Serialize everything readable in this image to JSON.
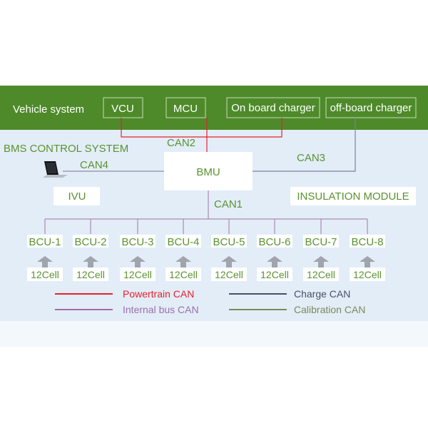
{
  "vehicle": {
    "label": "Vehicle system",
    "units": [
      "VCU",
      "MCU",
      "On board charger",
      "off-board charger"
    ]
  },
  "bms": {
    "title": "BMS CONTROL SYSTEM",
    "bmu": "BMU",
    "ivu": "IVU",
    "insulation": "INSULATION MODULE",
    "can1": "CAN1",
    "can2": "CAN2",
    "can3": "CAN3",
    "can4": "CAN4",
    "bcus": [
      "BCU-1",
      "BCU-2",
      "BCU-3",
      "BCU-4",
      "BCU-5",
      "BCU-6",
      "BCU-7",
      "BCU-8"
    ],
    "cell_label": "12Cell"
  },
  "legend": [
    {
      "label": "Powertrain CAN",
      "color": "#e8202a"
    },
    {
      "label": "Charge CAN",
      "color": "#4a4f6a"
    },
    {
      "label": "Internal bus CAN",
      "color": "#9b6fa8"
    },
    {
      "label": "Calibration CAN",
      "color": "#7a8a5a"
    }
  ],
  "colors": {
    "green": "#4e8a2a",
    "text_green": "#5a9230",
    "bg_blue": "#e3edf8"
  }
}
